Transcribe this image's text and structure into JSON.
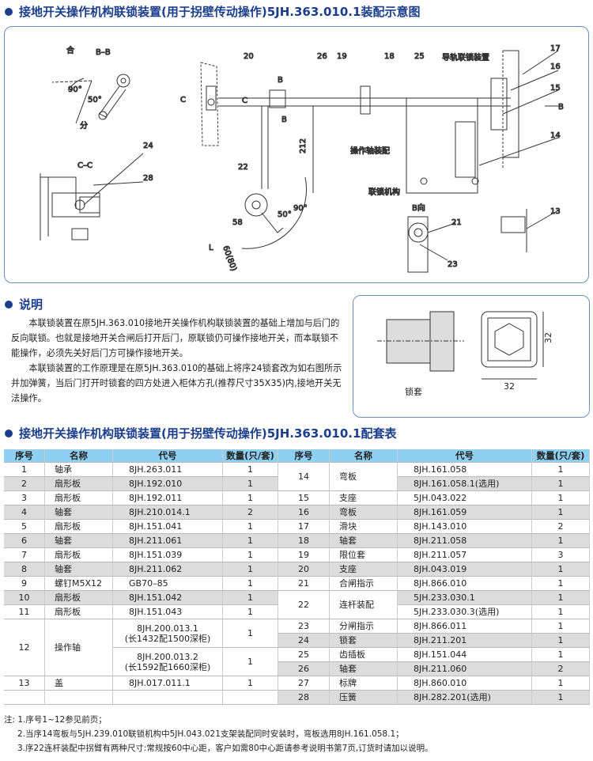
{
  "title": "接地开关操作机构联锁装置(用于拐壁传动操作)5JH.363.010.1装配示意图",
  "drawing": {
    "labels": {
      "bb": "B–B",
      "he": "合",
      "fen": "分",
      "a90": "90°",
      "a50": "50°",
      "cc": "C–C",
      "n24": "24",
      "n28": "28",
      "c1": "C",
      "c2": "C",
      "n20": "20",
      "n26": "26",
      "n19": "19",
      "n18": "18",
      "n25": "25",
      "guide": "导轨联锁装置",
      "n17": "17",
      "n16": "16",
      "n15": "15",
      "b1": "B",
      "b2": "B",
      "b3": "B",
      "n14": "14",
      "shaft": "操作轴装配",
      "interlock": "联锁机构",
      "d212": "212",
      "n22": "22",
      "d58": "58",
      "d60": "60(80)",
      "L": "L",
      "a50b": "50°",
      "a90b": "90°",
      "bview": "B向",
      "n21": "21",
      "n23": "23",
      "n13": "13"
    }
  },
  "description": {
    "heading": "说明",
    "paragraphs": [
      "本联锁装置在原5JH.363.010接地开关操作机构联锁装置的基础上增加与后门的反向联锁。也就是接地开关合闸后打开后门，原联锁仍可操作接地开关，而本联锁不能操作，必须先关好后门方可操作接地开关。",
      "本联锁装置的工作原理是在原5JH.363.010的基础上将序24锁套改为如右图所示并加弹簧，当后门打开时锁套的四方处进入柜体方孔(推荐尺寸35X35)内,接地开关无法操作。"
    ]
  },
  "lock_figure": {
    "dim_h": "32",
    "dim_w": "32",
    "caption": "锁套"
  },
  "table": {
    "heading": "接地开关操作机构联锁装置(用于拐壁传动操作)5JH.363.010.1配套表",
    "columns": [
      "序号",
      "名称",
      "代号",
      "数量(只/套)"
    ],
    "left": [
      {
        "no": "1",
        "name": "轴承",
        "subs": [
          {
            "code": "8JH.263.011",
            "qty": "1"
          }
        ]
      },
      {
        "no": "2",
        "name": "扇形板",
        "subs": [
          {
            "code": "8JH.192.010",
            "qty": "1"
          }
        ]
      },
      {
        "no": "3",
        "name": "扇形板",
        "subs": [
          {
            "code": "8JH.192.011",
            "qty": "1"
          }
        ]
      },
      {
        "no": "4",
        "name": "轴套",
        "subs": [
          {
            "code": "8JH.210.014.1",
            "qty": "2"
          }
        ]
      },
      {
        "no": "5",
        "name": "扇形板",
        "subs": [
          {
            "code": "8JH.151.041",
            "qty": "1"
          }
        ]
      },
      {
        "no": "6",
        "name": "轴套",
        "subs": [
          {
            "code": "8JH.211.061",
            "qty": "1"
          }
        ]
      },
      {
        "no": "7",
        "name": "扇形板",
        "subs": [
          {
            "code": "8JH.151.039",
            "qty": "1"
          }
        ]
      },
      {
        "no": "8",
        "name": "轴套",
        "subs": [
          {
            "code": "8JH.211.062",
            "qty": "1"
          }
        ]
      },
      {
        "no": "9",
        "name": "螺钉M5X12",
        "subs": [
          {
            "code": "GB70–85",
            "qty": "1"
          }
        ]
      },
      {
        "no": "10",
        "name": "扇形板",
        "subs": [
          {
            "code": "8JH.151.042",
            "qty": "1"
          }
        ]
      },
      {
        "no": "11",
        "name": "扇形板",
        "subs": [
          {
            "code": "8JH.151.043",
            "qty": "1"
          }
        ]
      },
      {
        "no": "12",
        "name": "操作轴",
        "subs": [
          {
            "code": "8JH.200.013.1\n(长1432配1500深柜)",
            "qty": "1",
            "span": 2
          },
          {
            "code": "8JH.200.013.2\n(长1592配1660深柜)",
            "qty": "1",
            "span": 2
          }
        ]
      },
      {
        "no": "13",
        "name": "盖",
        "subs": [
          {
            "code": "8JH.017.011.1",
            "qty": "1"
          }
        ]
      },
      {
        "no": "",
        "name": "",
        "subs": [
          {
            "code": "",
            "qty": ""
          }
        ]
      }
    ],
    "right": [
      {
        "no": "14",
        "name": "弯板",
        "subs": [
          {
            "code": "8JH.161.058",
            "qty": "1"
          },
          {
            "code": "8JH.161.058.1(选用)",
            "qty": "1"
          }
        ]
      },
      {
        "no": "15",
        "name": "支座",
        "subs": [
          {
            "code": "5JH.043.022",
            "qty": "1"
          }
        ]
      },
      {
        "no": "16",
        "name": "弯板",
        "subs": [
          {
            "code": "8JH.161.059",
            "qty": "1"
          }
        ]
      },
      {
        "no": "17",
        "name": "滑块",
        "subs": [
          {
            "code": "8JH.143.010",
            "qty": "2"
          }
        ]
      },
      {
        "no": "18",
        "name": "轴套",
        "subs": [
          {
            "code": "8JH.211.058",
            "qty": "1"
          }
        ]
      },
      {
        "no": "19",
        "name": "限位套",
        "subs": [
          {
            "code": "8JH.211.057",
            "qty": "3"
          }
        ]
      },
      {
        "no": "20",
        "name": "支座",
        "subs": [
          {
            "code": "8JH.043.019",
            "qty": "1"
          }
        ]
      },
      {
        "no": "21",
        "name": "合闸指示",
        "subs": [
          {
            "code": "8JH.866.010",
            "qty": "1"
          }
        ]
      },
      {
        "no": "22",
        "name": "连杆装配",
        "subs": [
          {
            "code": "5JH.233.030.1",
            "qty": "1"
          },
          {
            "code": "5JH.233.030.3(选用)",
            "qty": "1"
          }
        ]
      },
      {
        "no": "23",
        "name": "分闸指示",
        "subs": [
          {
            "code": "8JH.866.011",
            "qty": "1"
          }
        ]
      },
      {
        "no": "24",
        "name": "锁套",
        "subs": [
          {
            "code": "8JH.211.201",
            "qty": "1"
          }
        ]
      },
      {
        "no": "25",
        "name": "齿插板",
        "subs": [
          {
            "code": "8JH.151.044",
            "qty": "1"
          }
        ]
      },
      {
        "no": "26",
        "name": "轴套",
        "subs": [
          {
            "code": "8JH.211.060",
            "qty": "2"
          }
        ]
      },
      {
        "no": "27",
        "name": "标牌",
        "subs": [
          {
            "code": "8JH.860.010",
            "qty": "1"
          }
        ]
      },
      {
        "no": "28",
        "name": "压簧",
        "subs": [
          {
            "code": "8JH.282.201(选用)",
            "qty": "1"
          }
        ]
      }
    ]
  },
  "notes": [
    "注: 1.序号1~12参见前页；",
    "2.当序14弯板与5JH.239.010联锁机构中5JH.043.021支架装配同时安装时，弯板选用8JH.161.058.1；",
    "3.序22连杆装配中拐臂有两种尺寸:常规按60中心距，客户如需80中心距请参考说明书第7页,订货时请加以说明。"
  ],
  "colors": {
    "accent": "#1b3e8c",
    "header": "#8fcff2",
    "stripe": "#dcdcdc"
  }
}
